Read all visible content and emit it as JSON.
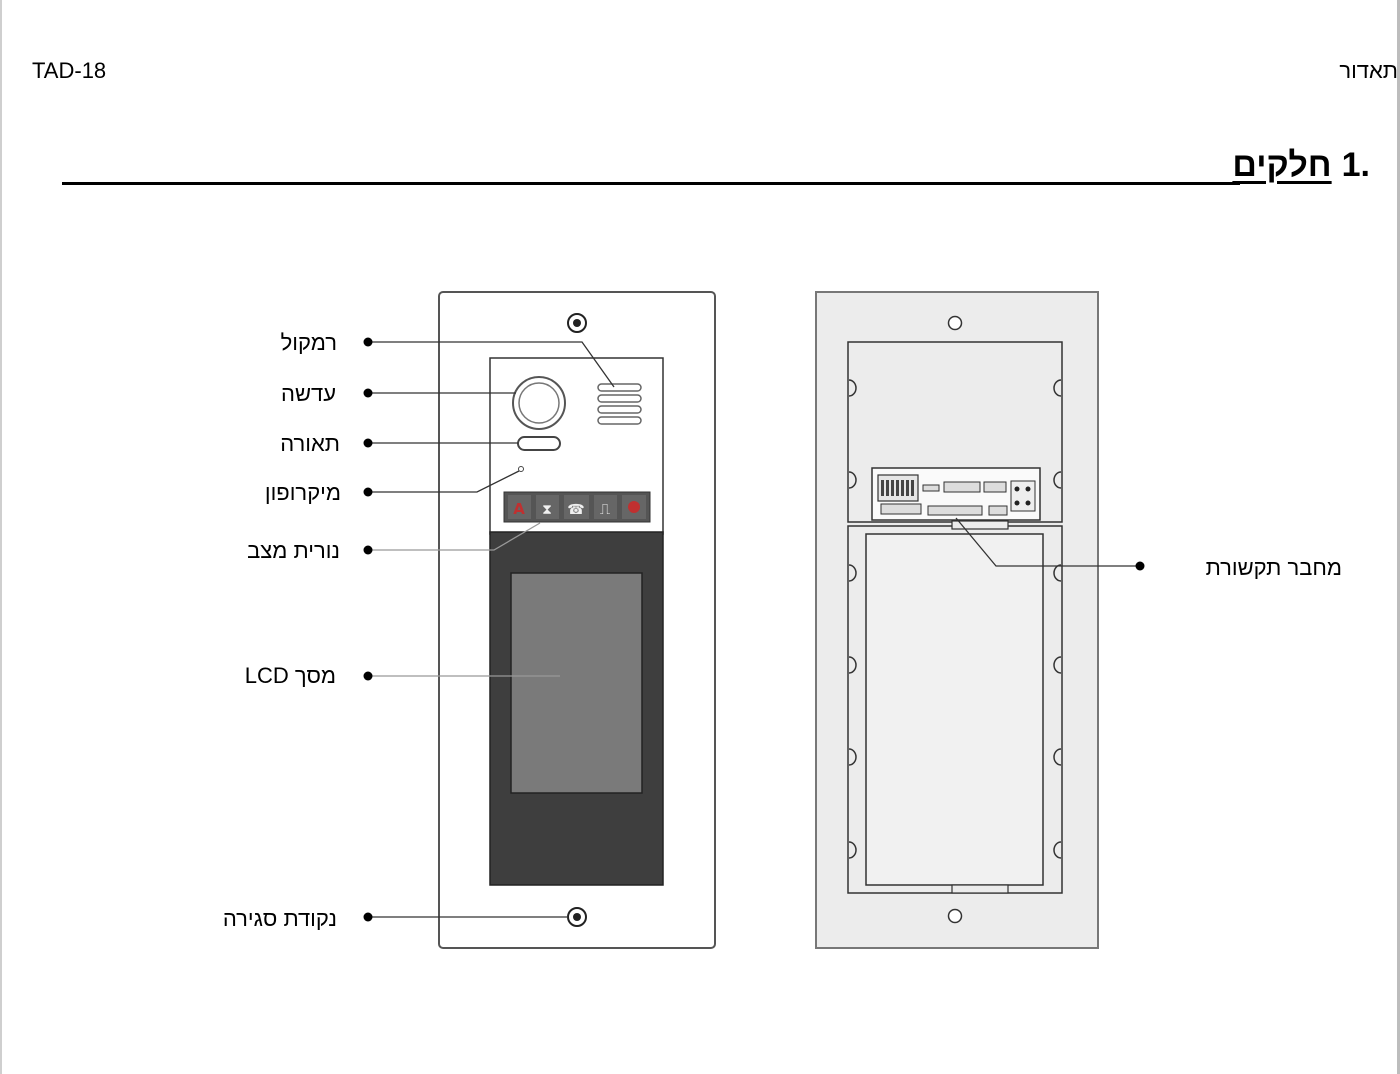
{
  "header": {
    "left": "TAD-18",
    "right": "תאדור"
  },
  "section": {
    "number": ".1",
    "title": "חלקים"
  },
  "labels": {
    "speaker": "רמקול",
    "lens": "עדשה",
    "lighting": "תאורה",
    "microphone": "מיקרופון",
    "status_led": "נורית מצב",
    "lcd_screen": "מסך LCD",
    "lock_point": "נקודת סגירה",
    "comm_connector": "מחבר תקשורת"
  }
}
